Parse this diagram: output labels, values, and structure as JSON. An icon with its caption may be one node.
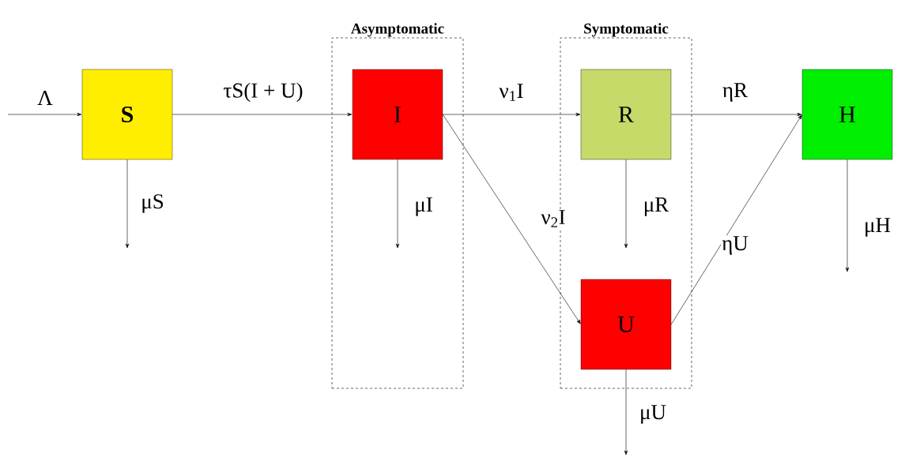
{
  "diagram": {
    "nodes": [
      {
        "text": [
          "Asymptomatic"
        ]
      },
      {
        "text": [
          "Symptomatic"
        ]
      },
      {
        "text": [
          "**S**"
        ]
      },
      {
        "text": [
          "I"
        ],
        "in": 0
      },
      {
        "text": [
          "R"
        ],
        "in": 1
      },
      {
        "text": [
          "U"
        ],
        "in": 1
      },
      {
        "text": [
          "H"
        ]
      }
    ],
    "edges": [
      {
        "from": null,
        "to": 2,
        "arrow": "to",
        "label": "Λ"
      },
      {
        "from": 2,
        "to": 3,
        "arrow": "to",
        "label": "τS(I + U)"
      },
      {
        "from": 3,
        "to": 4,
        "arrow": "to",
        "label": "ν$_{1}$I"
      },
      {
        "from": 3,
        "to": 5,
        "arrow": "to",
        "label": "ν$_{2}$I"
      },
      {
        "from": 4,
        "to": 6,
        "arrow": "to",
        "label": "ηR"
      },
      {
        "from": 5,
        "to": 6,
        "arrow": "to",
        "label": "ηU"
      },
      {
        "from": 2,
        "to": null,
        "arrow": "to",
        "label": "μS"
      },
      {
        "from": 3,
        "to": null,
        "arrow": "to",
        "label": "μI"
      },
      {
        "from": 4,
        "to": null,
        "arrow": "to",
        "label": "μR"
      },
      {
        "from": 5,
        "to": null,
        "arrow": "to",
        "label": "μU"
      },
      {
        "from": 6,
        "to": null,
        "arrow": "to",
        "label": "μH"
      }
    ]
  }
}
